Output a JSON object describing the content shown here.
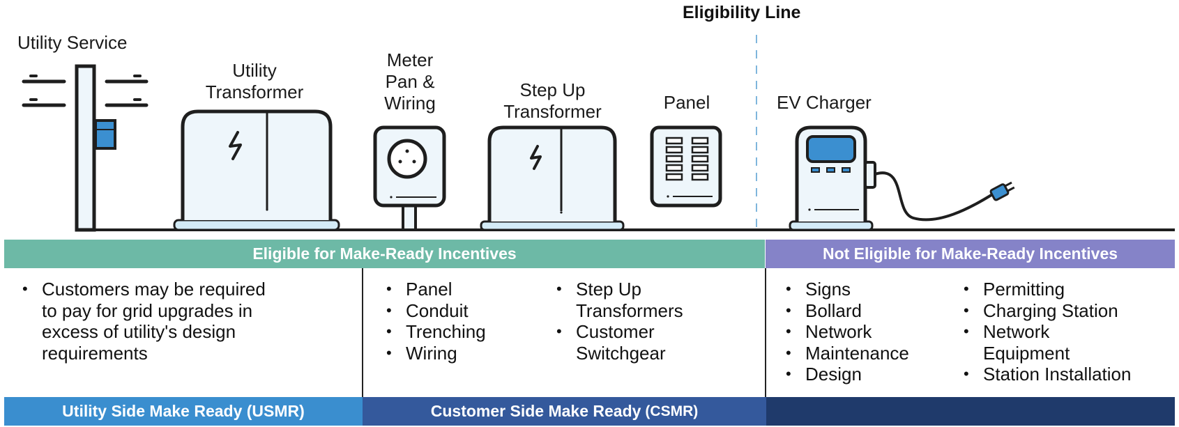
{
  "diagram": {
    "eligibility_line_label": "Eligibility Line",
    "components": {
      "utility_service": "Utility Service",
      "utility_transformer": [
        "Utility",
        "Transformer"
      ],
      "meter_pan": [
        "Meter",
        "Pan &",
        "Wiring"
      ],
      "step_up_transformer": [
        "Step Up",
        "Transformer"
      ],
      "panel": "Panel",
      "ev_charger": "EV Charger"
    },
    "colors": {
      "eligible": "#6db9a6",
      "not_eligible": "#8583c8",
      "usmr": "#3a8ecf",
      "csmr": "#34599c",
      "dark_band": "#1f3a6b",
      "equipment_fill": "#eef6fb",
      "accent_blue": "#3b8fd0"
    }
  },
  "eligibility": {
    "eligible_label": "Eligible for Make-Ready Incentives",
    "not_eligible_label": "Not Eligible for Make-Ready Incentives"
  },
  "columns": {
    "usmr_notes": [
      [
        "Customers may be required",
        "to pay for grid upgrades in",
        "excess of utility's design",
        "requirements"
      ]
    ],
    "csmr_list_a": [
      "Panel",
      "Conduit",
      "Trenching",
      "Wiring"
    ],
    "csmr_list_b": [
      [
        "Step Up",
        "Transformers"
      ],
      [
        "Customer",
        "Switchgear"
      ]
    ],
    "not_eligible_a": [
      "Signs",
      "Bollard",
      "Network",
      "Maintenance",
      "Design"
    ],
    "not_eligible_b": [
      [
        "Permitting"
      ],
      [
        "Charging Station"
      ],
      [
        "Network",
        "Equipment"
      ],
      [
        "Station Installation"
      ]
    ]
  },
  "footer": {
    "usmr": "Utility Side Make Ready (USMR)",
    "csmr_main": "Customer Side Make Ready",
    "csmr_suffix": "(CSMR)"
  }
}
